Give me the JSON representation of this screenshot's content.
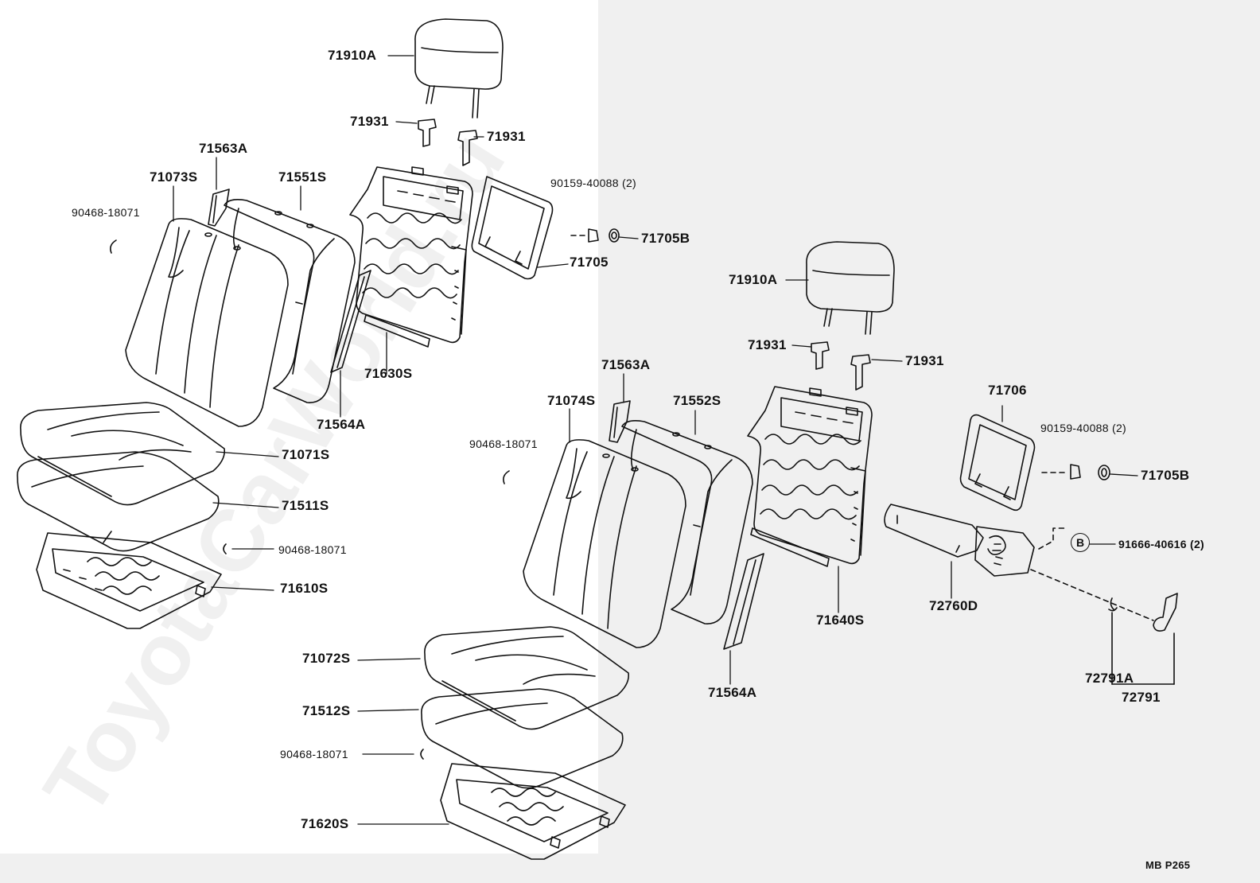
{
  "watermark": "ToyotaCarWorld.ru",
  "sheet_code": "MB  P265",
  "b_mark": "B",
  "labels": {
    "l_71910A_1": "71910A",
    "l_71931_1a": "71931",
    "l_71931_1b": "71931",
    "l_71563A_1": "71563A",
    "l_71073S": "71073S",
    "l_71551S": "71551S",
    "l_90468_1": "90468-18071",
    "l_90159_1": "90159-40088 (2)",
    "l_71705B_1": "71705B",
    "l_71705": "71705",
    "l_71630S": "71630S",
    "l_71564A_1": "71564A",
    "l_71071S": "71071S",
    "l_71511S": "71511S",
    "l_90468_2": "90468-18071",
    "l_71610S": "71610S",
    "l_71910A_2": "71910A",
    "l_71931_2a": "71931",
    "l_71931_2b": "71931",
    "l_71563A_2": "71563A",
    "l_71074S": "71074S",
    "l_71552S": "71552S",
    "l_90468_3": "90468-18071",
    "l_71706": "71706",
    "l_90159_2": "90159-40088 (2)",
    "l_71705B_2": "71705B",
    "l_91666": "91666-40616 (2)",
    "l_72760D": "72760D",
    "l_71640S": "71640S",
    "l_72791A": "72791A",
    "l_72791": "72791",
    "l_71564A_2": "71564A",
    "l_71072S": "71072S",
    "l_71512S": "71512S",
    "l_90468_4": "90468-18071",
    "l_71620S": "71620S"
  }
}
